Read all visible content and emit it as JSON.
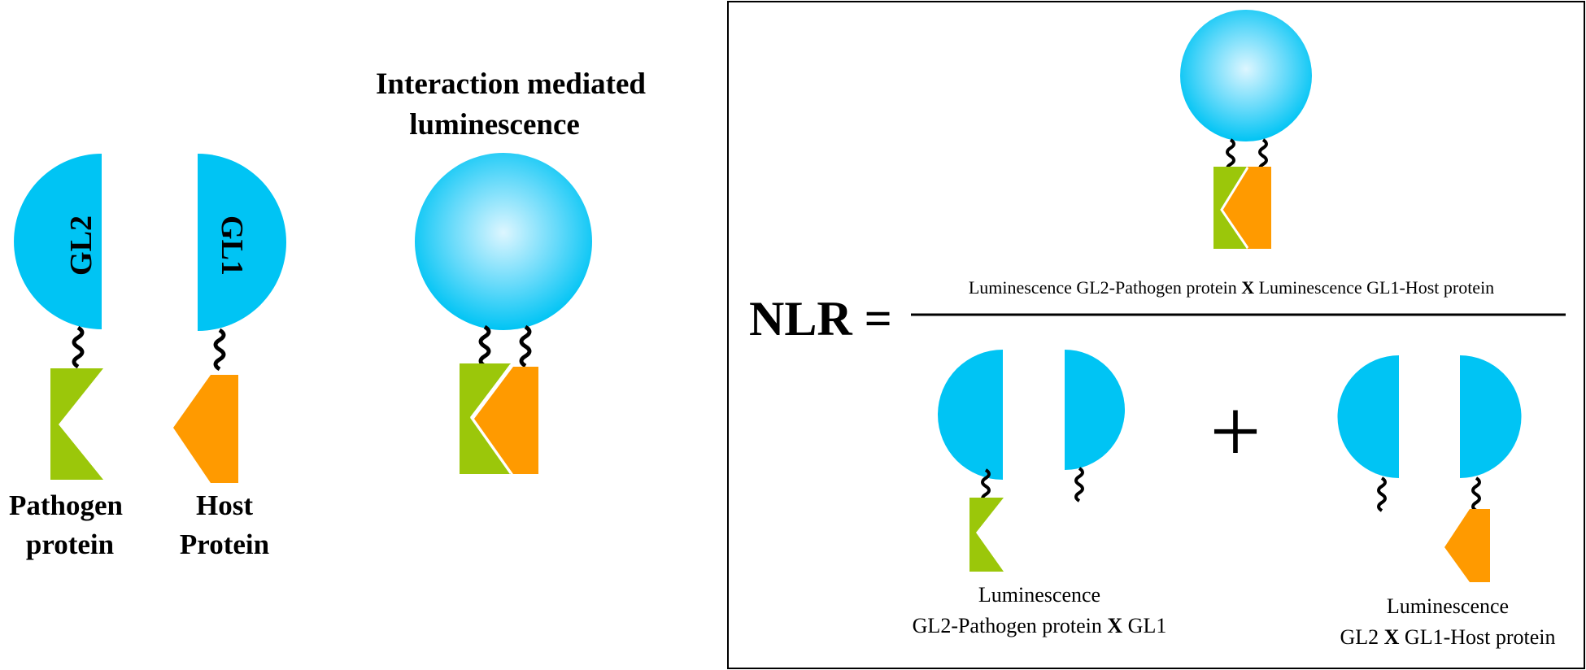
{
  "colors": {
    "luciferase_blue": "#00C4F4",
    "luciferase_glow_center": "#DDF6FF",
    "pathogen_green": "#9BC70A",
    "host_orange": "#FF9A00",
    "linker": "#000000",
    "panel_border": "#000000"
  },
  "left": {
    "gl2_label": "GL2",
    "gl1_label": "GL1",
    "pathogen_label_line1": "Pathogen",
    "pathogen_label_line2": "protein",
    "host_label_line1": "Host",
    "host_label_line2": "Protein"
  },
  "middle": {
    "title_line1": "Interaction mediated",
    "title_line2": "luminescence"
  },
  "formula": {
    "nlr_label": "NLR =",
    "numerator_part1": "Luminescence GL2-Pathogen protein ",
    "numerator_x": "X",
    "numerator_part2": " Luminescence GL1-Host protein",
    "plus_sign": "+",
    "denom_left_line1": "Luminescence",
    "denom_left_line2_part1": "GL2-Pathogen protein ",
    "denom_left_line2_x": "X",
    "denom_left_line2_part2": " GL1",
    "denom_right_line1": "Luminescence",
    "denom_right_line2_part1": "GL2 ",
    "denom_right_line2_x": "X",
    "denom_right_line2_part2": " GL1-Host protein"
  }
}
